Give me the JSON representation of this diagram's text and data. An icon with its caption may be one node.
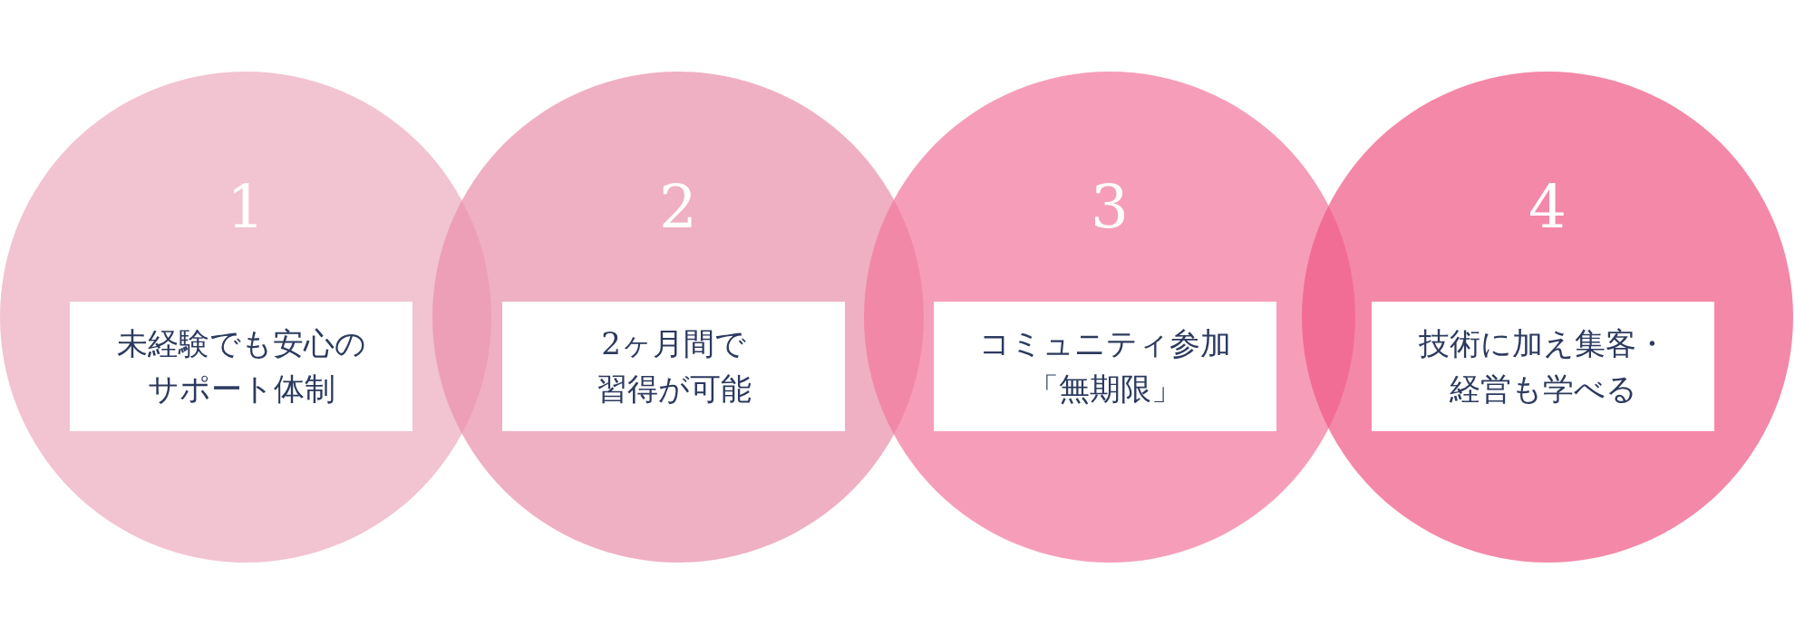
{
  "diagram": {
    "nodes": [
      {
        "text": [
          "1",
          "未経験でも安心のサポート体制"
        ]
      },
      {
        "text": [
          "2",
          "2ヶ月間で習得が可能"
        ]
      },
      {
        "text": [
          "3",
          "コミュニティ参加「無期限」"
        ]
      },
      {
        "text": [
          "4",
          "技術に加え集客・経営も学べる"
        ]
      }
    ],
    "edges": []
  }
}
